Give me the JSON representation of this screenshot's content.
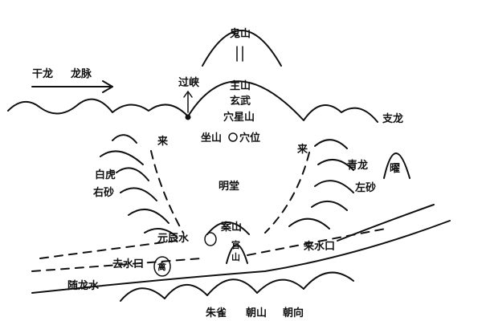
{
  "diagram": {
    "labels": {
      "gui_shan": "鬼山",
      "gan_long": "干龙",
      "long_mai": "龙脉",
      "guo_xia": "过峡",
      "zhu_shan": "主山",
      "xuan_wu": "玄武",
      "xue_xing_shan": "穴星山",
      "zuo_shan": "坐山",
      "xue_wei": "穴位",
      "zhi_long": "支龙",
      "lai_left": "来",
      "lai_right": "来",
      "bai_hu": "白虎",
      "you_sha": "右砂",
      "qing_long": "青龙",
      "zuo_sha": "左砂",
      "yao": "曜",
      "ming_tang": "明堂",
      "an_shan": "案山",
      "yuan_chen_shui": "元辰水",
      "guan_shan_1": "官",
      "guan_shan_2": "山",
      "lai_shui_kou": "来水口",
      "qu_shui_kou": "去水口",
      "qin": "禽",
      "sui_long_shui": "随龙水",
      "zhu_que": "朱雀",
      "chao_shan": "朝山",
      "chao_xiang": "朝向"
    }
  }
}
